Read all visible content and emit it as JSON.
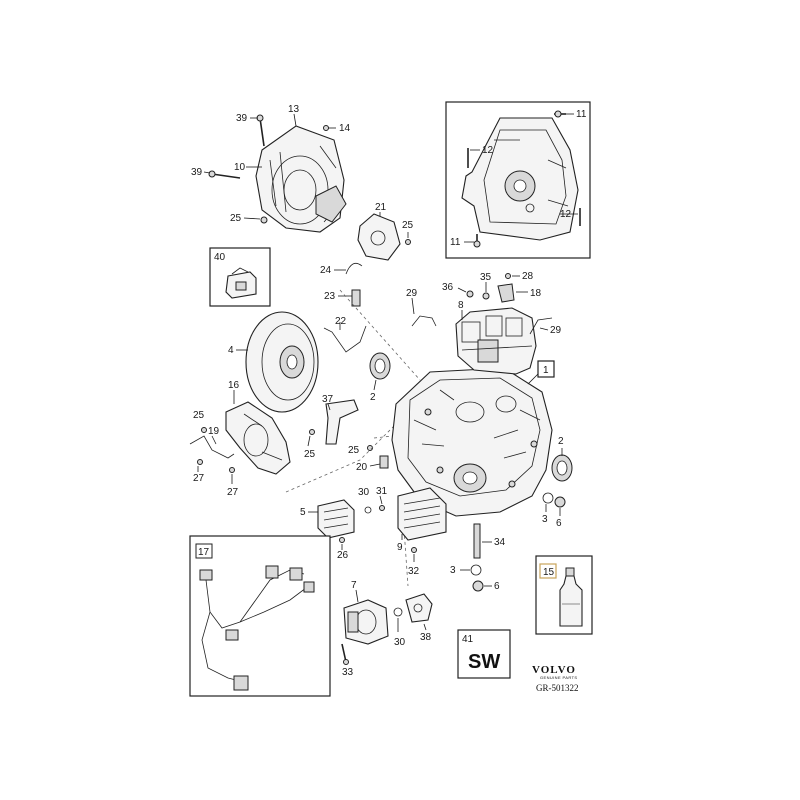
{
  "diagram": {
    "part_numbers": [
      "1",
      "2",
      "3",
      "4",
      "5",
      "6",
      "7",
      "8",
      "9",
      "10",
      "11",
      "12",
      "13",
      "14",
      "15",
      "16",
      "17",
      "18",
      "19",
      "20",
      "21",
      "22",
      "23",
      "24",
      "25",
      "26",
      "27",
      "28",
      "29",
      "30",
      "31",
      "32",
      "33",
      "34",
      "35",
      "36",
      "37",
      "38",
      "39",
      "40",
      "41"
    ],
    "labels": {
      "l39a": "39",
      "l13": "13",
      "l14": "14",
      "l10": "10",
      "l39b": "39",
      "l25a": "25",
      "l21": "21",
      "l25b": "25",
      "l24": "24",
      "l23": "23",
      "l22": "22",
      "l40": "40",
      "l4": "4",
      "l16": "16",
      "l25c": "25",
      "l19": "19",
      "l27a": "27",
      "l27b": "27",
      "l37": "37",
      "l25d": "25",
      "l25e": "25",
      "l20": "20",
      "l30a": "30",
      "l31": "31",
      "l5": "5",
      "l26": "26",
      "l2a": "2",
      "l2b": "2",
      "l9": "9",
      "l32": "32",
      "l34": "34",
      "l3a": "3",
      "l6a": "6",
      "l3b": "3",
      "l6b": "6",
      "l1": "1",
      "l36": "36",
      "l35": "35",
      "l28": "28",
      "l29a": "29",
      "l8": "8",
      "l18": "18",
      "l29b": "29",
      "l7": "7",
      "l30b": "30",
      "l38": "38",
      "l33": "33",
      "l11a": "11",
      "l12a": "12",
      "l12b": "12",
      "l11b": "11",
      "l17": "17",
      "l15": "15",
      "l41": "41"
    },
    "sw_badge": "SW",
    "brand": "VOLVO",
    "brand_sub": "GENUINE PARTS",
    "reference": "GR-501322"
  }
}
